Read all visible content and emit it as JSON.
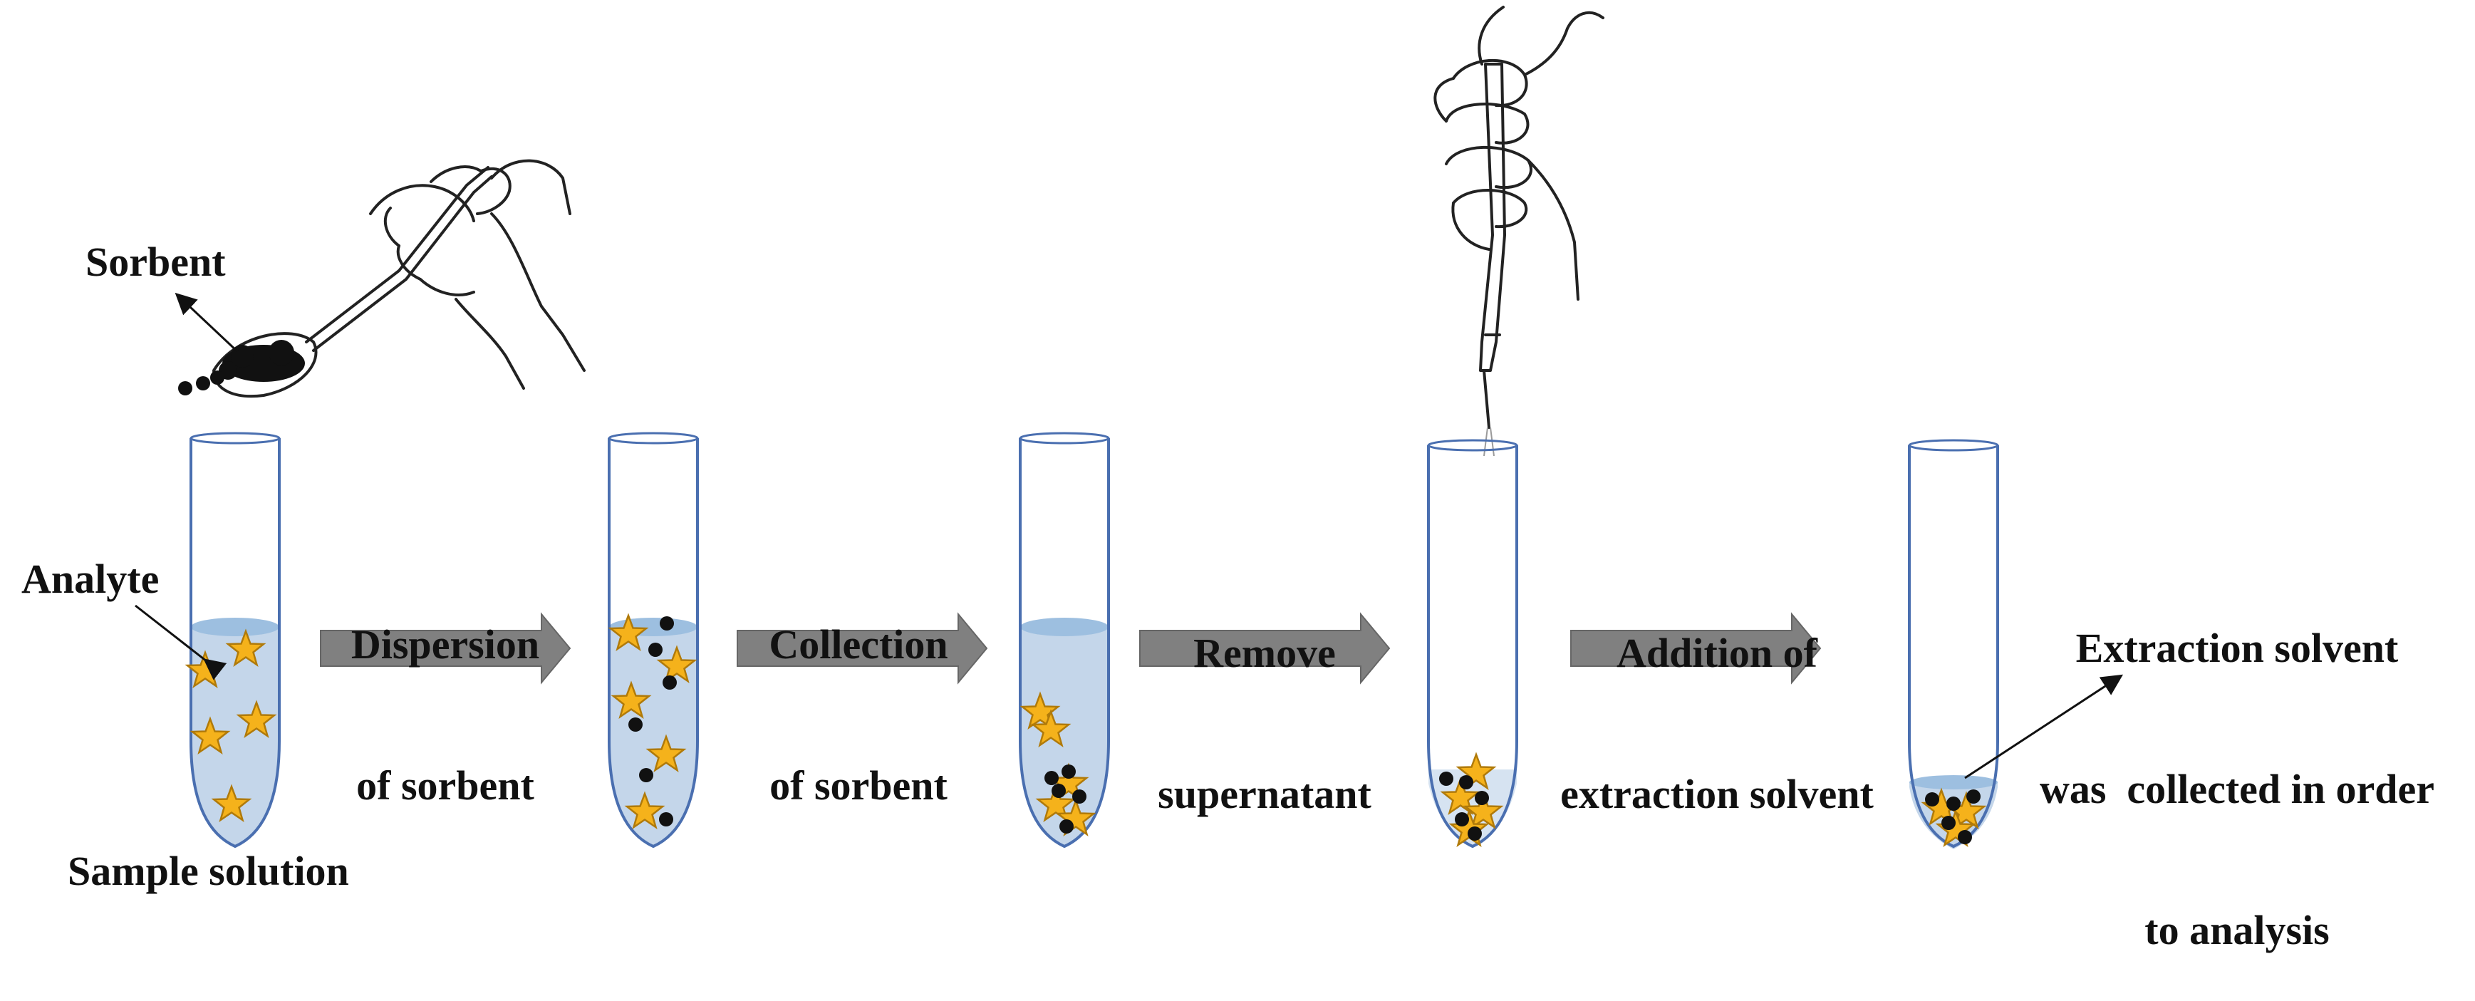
{
  "labels": {
    "sorbent": "Sorbent",
    "analyte": "Analyte",
    "sample_solution": "Sample solution"
  },
  "steps": [
    {
      "line1": "Dispersion",
      "line2": "of sorbent"
    },
    {
      "line1": "Collection",
      "line2": "of sorbent"
    },
    {
      "line1": "Remove",
      "line2": "supernatant"
    },
    {
      "line1": "Addition of",
      "line2": "extraction solvent"
    }
  ],
  "final_note": {
    "line1": "Extraction solvent",
    "line2": "was  collected in order",
    "line3": "to analysis"
  },
  "icons": [
    "spoon-with-hand-icon",
    "pipette-with-hand-icon",
    "analyte-star-icon",
    "sorbent-particle-icon",
    "arrow-icon"
  ],
  "colors": {
    "tube_outline": "#4a6fb0",
    "liquid": "#c4d6ea",
    "liquid_surface": "#9dbfe0",
    "analyte": "#f5b21b",
    "sorbent": "#111111",
    "arrow_fill": "#808080",
    "ink": "#111111"
  }
}
